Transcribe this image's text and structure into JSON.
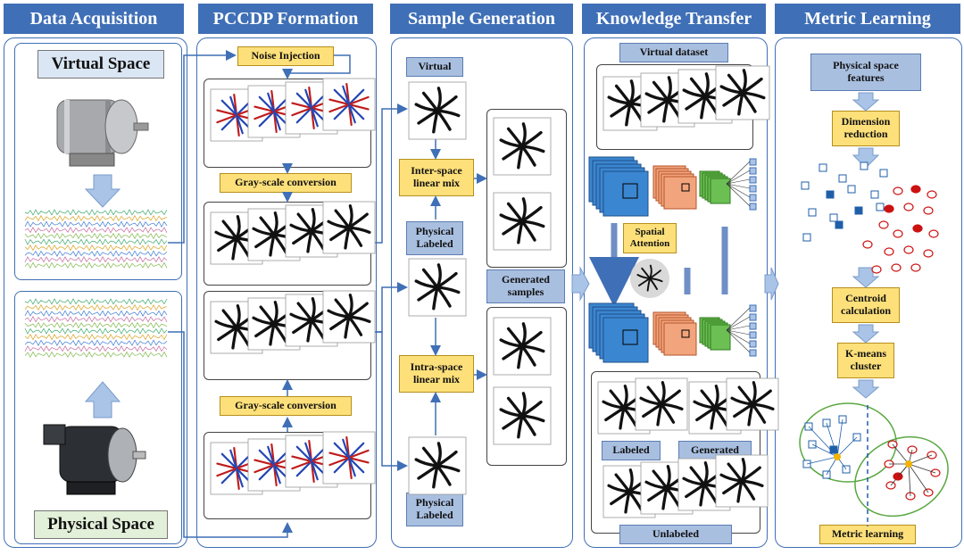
{
  "headers": [
    "Data Acquisition",
    "PCCDP Formation",
    "Sample Generation",
    "Knowledge Transfer",
    "Metric Learning"
  ],
  "acquisition": {
    "virtual": "Virtual Space",
    "physical": "Physical Space"
  },
  "pccdp": {
    "noise": "Noise Injection",
    "gray_top": "Gray-scale conversion",
    "gray_bottom": "Gray-scale conversion"
  },
  "sample": {
    "virtual": "Virtual",
    "physical_labeled_1": "Physical\nLabeled",
    "physical_labeled_2": "Physical\nLabeled",
    "inter": "Inter-space\nlinear mix",
    "intra": "Intra-space\nlinear mix",
    "generated": "Generated\nsamples"
  },
  "transfer": {
    "virtual_dataset": "Virtual dataset",
    "attention": "Spatial\nAttention",
    "labeled": "Labeled",
    "generated": "Generated",
    "unlabeled": "Unlabeled"
  },
  "metric": {
    "features": "Physical space\nfeatures",
    "dimension": "Dimension\nreduction",
    "centroid": "Centroid\ncalculation",
    "kmeans": "K-means\ncluster",
    "metric_learning": "Metric learning"
  },
  "colors": {
    "header": "#3f6fb6",
    "yellow": "#fde07a",
    "blue_box": "#a9bfe0",
    "red": "#cc1111",
    "blue": "#1f5fa8"
  }
}
